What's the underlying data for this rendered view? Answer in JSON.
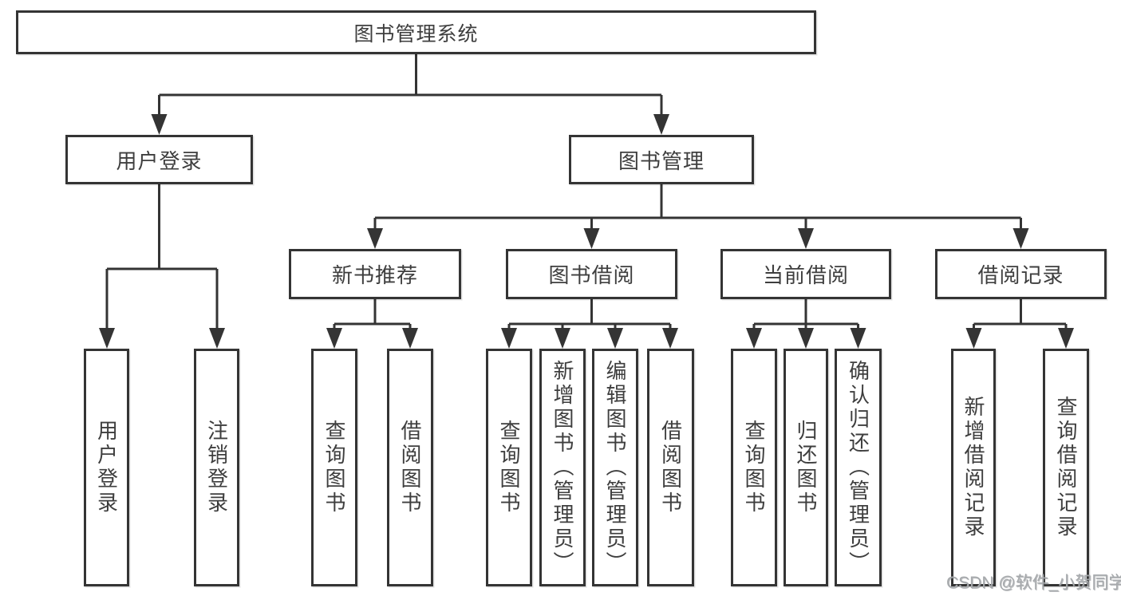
{
  "root": {
    "label": "图书管理系统"
  },
  "user_login": {
    "label": "用户登录",
    "children": [
      {
        "label": "用户登录"
      },
      {
        "label": "注销登录"
      }
    ]
  },
  "book_management": {
    "label": "图书管理",
    "sections": [
      {
        "label": "新书推荐",
        "children": [
          {
            "label": "查询图书"
          },
          {
            "label": "借阅图书"
          }
        ]
      },
      {
        "label": "图书借阅",
        "children": [
          {
            "label": "查询图书"
          },
          {
            "label": "新增图书（管理员）"
          },
          {
            "label": "编辑图书（管理员）"
          },
          {
            "label": "借阅图书"
          }
        ]
      },
      {
        "label": "当前借阅",
        "children": [
          {
            "label": "查询图书"
          },
          {
            "label": "归还图书"
          },
          {
            "label": "确认归还（管理员）"
          }
        ]
      },
      {
        "label": "借阅记录",
        "children": [
          {
            "label": "新增借阅记录"
          },
          {
            "label": "查询借阅记录"
          }
        ]
      }
    ]
  },
  "watermark": "CSDN @软件_小贺同学",
  "colors": {
    "line": "#343434",
    "text": "#3e3e3e",
    "watermark": "#a7aaad",
    "box_background": "#ffffff"
  }
}
